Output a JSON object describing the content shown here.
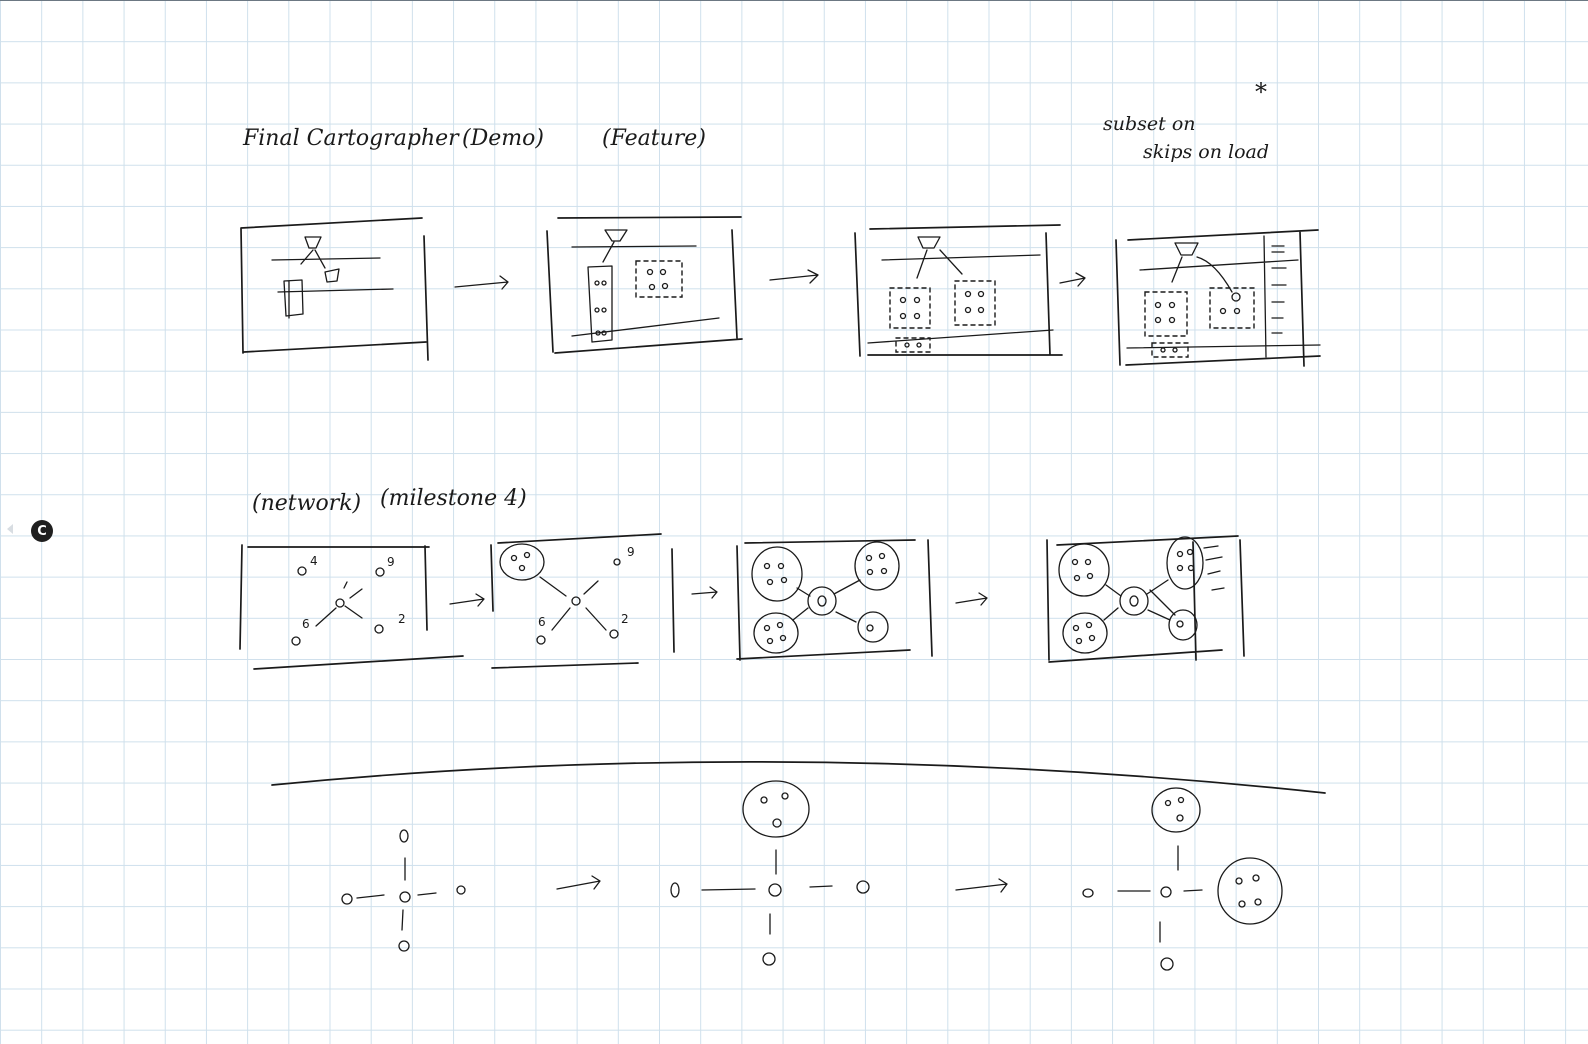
{
  "notes": {
    "row1_title": "Final Cartographer",
    "row1_tag_a": "(Demo)",
    "row1_tag_b": "(Feature)",
    "corner_note_line1": "subset   on",
    "corner_note_line2": "skips on load",
    "corner_mark": "*",
    "row2_tag_a": "(network)",
    "row2_tag_b": "(milestone 4)"
  },
  "row2_frame1_nums": [
    "4",
    "9",
    "6",
    "2"
  ],
  "row2_frame2_nums": [
    "9",
    "6",
    "2"
  ],
  "colors": {
    "ink": "#1a1a1a",
    "grid": "#cfe0ec",
    "paper": "#ffffff"
  },
  "icons": {
    "side_handle": "dot-c-icon"
  },
  "side_handle_glyph": "C"
}
